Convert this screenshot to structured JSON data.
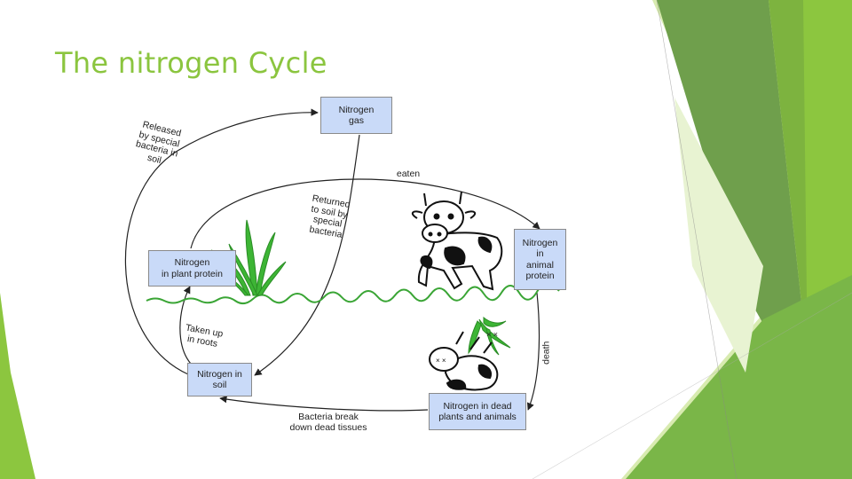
{
  "slide": {
    "title": "The nitrogen Cycle",
    "accent_color": "#8bc53f"
  },
  "diagram": {
    "boxes": {
      "gas": "Nitrogen\ngas",
      "plant": "Nitrogen\nin plant protein",
      "animal": "Nitrogen\nin\nanimal\nprotein",
      "soil": "Nitrogen in\nsoil",
      "dead": "Nitrogen in dead\nplants and animals"
    },
    "labels": {
      "released": "Released\nby special\nbacteria in\nsoil",
      "eaten": "eaten",
      "returned": "Returned\nto soil by\nspecial\nbacteria",
      "taken_up": "Taken up\nin roots",
      "death": "death",
      "bacteria_break": "Bacteria break\ndown dead tissues"
    },
    "illustrations": [
      "grass-icon",
      "cow-icon",
      "dead-cow-icon",
      "dead-plant-icon"
    ]
  }
}
